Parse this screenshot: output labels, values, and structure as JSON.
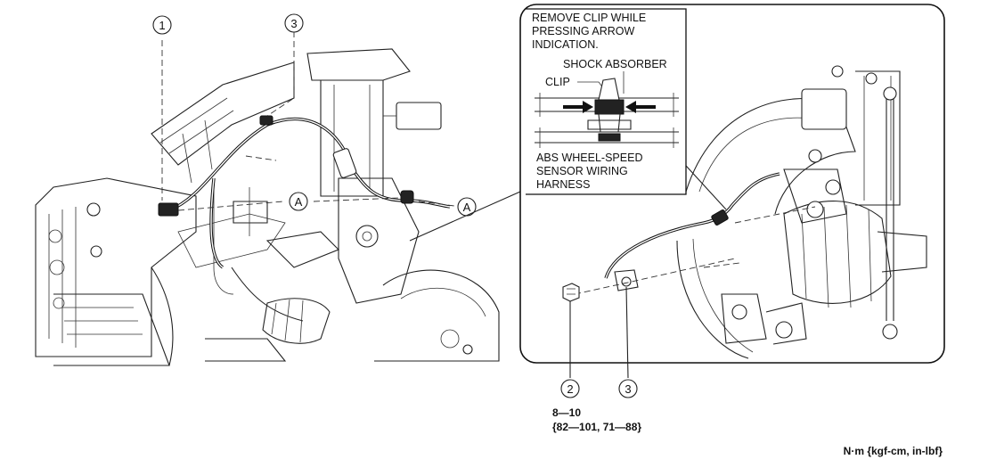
{
  "callouts": {
    "c1": "1",
    "c2": "2",
    "c3a": "3",
    "c3b": "3",
    "a_left": "A",
    "a_right": "A"
  },
  "inset": {
    "instruction_line1": "REMOVE CLIP WHILE",
    "instruction_line2": "PRESSING ARROW",
    "instruction_line3": "INDICATION.",
    "shock_absorber": "SHOCK ABSORBER",
    "clip": "CLIP",
    "harness_line1": "ABS WHEEL-SPEED",
    "harness_line2": "SENSOR WIRING",
    "harness_line3": "HARNESS"
  },
  "torque": {
    "value": "8—10",
    "alt_units": "{82—101, 71—88}"
  },
  "units_note": "N·m {kgf-cm, in-lbf}"
}
